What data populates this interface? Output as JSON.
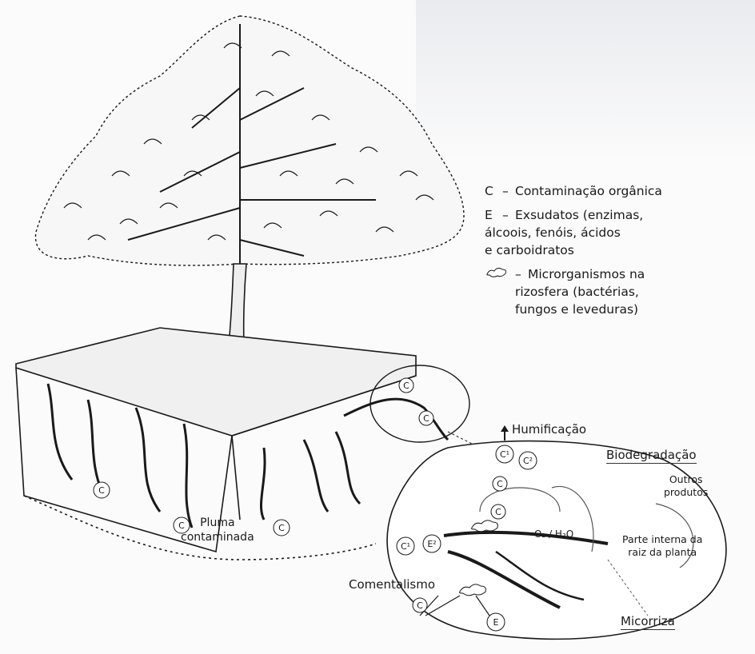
{
  "legend": {
    "contamination": {
      "key": "C",
      "dash": "–",
      "text": "Contaminação orgânica"
    },
    "exudates": {
      "key": "E",
      "dash": "–",
      "lines": [
        "Exsudatos (enzimas,",
        "álcoois, fenóis, ácidos",
        "e carboidratos"
      ]
    },
    "microorganisms": {
      "icon": "microorganism-cloud-icon",
      "dash": "–",
      "lines": [
        "Microrganismos na",
        "rizosfera (bactérias,",
        "fungos e leveduras)"
      ]
    }
  },
  "labels": {
    "plume_line1": "Pluma",
    "plume_line2": "contaminada",
    "humification": "Humificação",
    "biodegradation": "Biodegradação",
    "other_products_line1": "Outros",
    "other_products_line2": "produtos",
    "root_interior_line1": "Parte interna da",
    "root_interior_line2": "raiz da planta",
    "o2_h2o": "O₂ / H₂O",
    "commensalism": "Comentalismo",
    "mycorrhiza": "Micorriza"
  },
  "markers": {
    "c": "C",
    "e": "E",
    "c1": "C¹",
    "c2": "C²",
    "e2": "E²"
  },
  "colors": {
    "ink": "#1a1a1a",
    "paper": "#fbfbfb"
  }
}
